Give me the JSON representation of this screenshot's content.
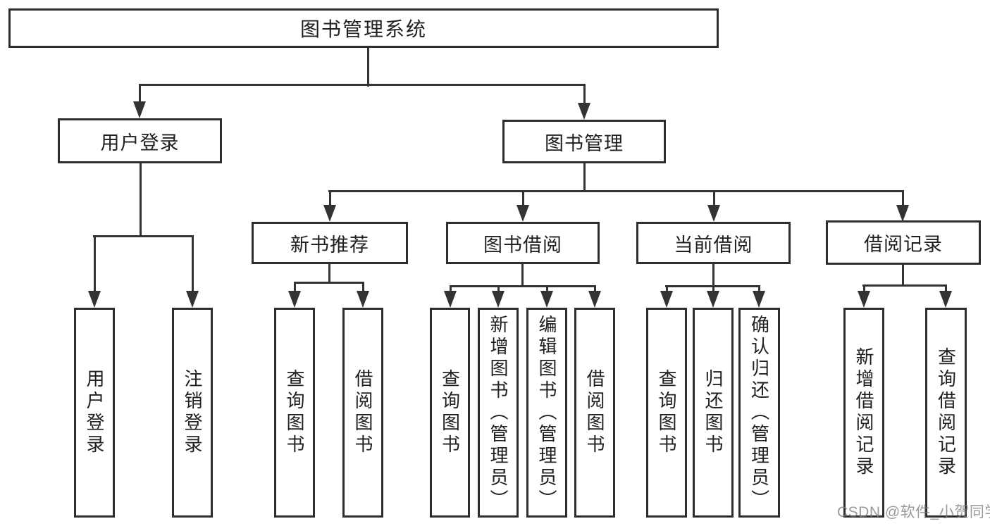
{
  "watermark": {
    "text": "CSDN @软件_小贺同学"
  },
  "colors": {
    "background": "#ffffff",
    "line": "#333333",
    "box_border": "#2d2d2d",
    "text": "#1f1f1f",
    "watermark_gray": "#787878"
  },
  "nodes": {
    "root": {
      "label": "图书管理系统"
    },
    "user_login": {
      "label": "用户登录"
    },
    "book_management": {
      "label": "图书管理"
    },
    "new_book_recommend": {
      "label": "新书推荐"
    },
    "book_borrowing": {
      "label": "图书借阅"
    },
    "current_borrowing": {
      "label": "当前借阅"
    },
    "borrowing_records": {
      "label": "借阅记录"
    },
    "leaf_user_login": {
      "label": "用户登录"
    },
    "leaf_logout_login": {
      "label": "注销登录"
    },
    "leaf_query_books_recommend": {
      "label": "查询图书"
    },
    "leaf_borrow_books_recommend": {
      "label": "借阅图书"
    },
    "leaf_query_books_borrowing": {
      "label": "查询图书"
    },
    "leaf_add_books_admin": {
      "label": "新增图书（管理员）"
    },
    "leaf_edit_books_admin": {
      "label": "编辑图书（管理员）"
    },
    "leaf_borrow_books_borrowing": {
      "label": "借阅图书"
    },
    "leaf_query_books_current": {
      "label": "查询图书"
    },
    "leaf_return_books": {
      "label": "归还图书"
    },
    "leaf_confirm_return_admin": {
      "label": "确认归还（管理员）"
    },
    "leaf_add_borrow_record": {
      "label": "新增借阅记录"
    },
    "leaf_query_borrow_record": {
      "label": "查询借阅记录"
    }
  }
}
